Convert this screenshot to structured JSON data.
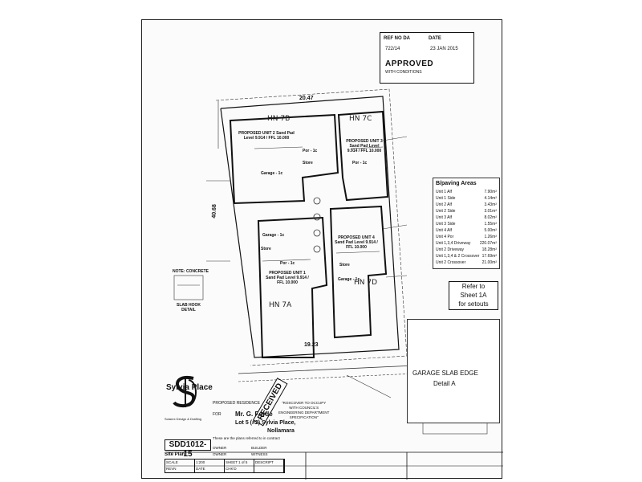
{
  "stamp": {
    "ref_label": "REF NO DA",
    "date_label": "DATE",
    "ref_no": "722/14",
    "date": "23 JAN 2015",
    "status": "APPROVED",
    "condition": "WITH CONDITIONS"
  },
  "plan": {
    "street_name": "Sylvia Place",
    "boundary_top": "20.47",
    "boundary_side": "40.68",
    "boundary_bottom": "19.23",
    "unit_a": "PROPOSED UNIT 1 Sand Pad Level 9.914 / FFL 10.000",
    "unit_b": "PROPOSED UNIT 2 Sand Pad Level 9.914 / FFL 10.000",
    "unit_c": "PROPOSED UNIT 3 Sand Pad Level 9.914 / FFL 10.000",
    "unit_d": "PROPOSED UNIT 4 Sand Pad Level 9.914 / FFL 10.000",
    "handwritten": [
      "HN 7B",
      "HN 7C",
      "HN 7A",
      "HN 7D"
    ],
    "garage_labels": [
      "Garage - 1c",
      "Garage - 1c",
      "Garage - 1c"
    ],
    "porch_labels": [
      "Por - 1c",
      "Por - 1c",
      "Por - 1c"
    ],
    "store_labels": [
      "Store",
      "Store",
      "Store"
    ],
    "note_concrete": "NOTE: CONCRETE",
    "slab_detail": "SLAB HOOK DETAIL"
  },
  "legend": {
    "title": "B/paving Areas",
    "rows": [
      {
        "label": "Unit 1 Alf",
        "value": "7.90m²"
      },
      {
        "label": "Unit 1 Side",
        "value": "4.14m²"
      },
      {
        "label": "Unit 2 Alf",
        "value": "3.43m²"
      },
      {
        "label": "Unit 2 Side",
        "value": "3.01m²"
      },
      {
        "label": "Unit 3 Alf",
        "value": "8.02m²"
      },
      {
        "label": "Unit 3 Side",
        "value": "1.55m²"
      },
      {
        "label": "Unit 4 Alf",
        "value": "5.00m²"
      },
      {
        "label": "Unit 4 Por",
        "value": "1.26m²"
      },
      {
        "label": "Unit 1,3,4 Driveway",
        "value": "220.07m²"
      },
      {
        "label": "Unit 2 Driveway",
        "value": "18.28m²"
      },
      {
        "label": "Unit 1,3,4 & 2 Crossover",
        "value": "17.69m²"
      },
      {
        "label": "Unit 2 Crossover",
        "value": "21.00m²"
      }
    ]
  },
  "refer": {
    "line1": "Refer to",
    "line2": "Sheet 1A",
    "line3": "for setouts"
  },
  "garage_detail": {
    "title": "GARAGE SLAB EDGE",
    "subtitle": "Detail A"
  },
  "received": "RECEIVED",
  "titleblock": {
    "company": "Solarex Design & Drafting",
    "dwg_no": "SDD1012-15",
    "dwg_title": "Site Plan",
    "project_label": "PROPOSED RESIDENCE",
    "for_label": "FOR",
    "client": "Mr. G. Forde",
    "lot": "Lot 5 (#2) Sylvia Place,",
    "suburb": "Nollamara",
    "note": "These are the plans referred to in contract",
    "owner_label": "OWNER",
    "builder_label": "BUILDER",
    "owner2_label": "OWNER",
    "witness_label": "WITNESS",
    "scale_head": [
      "SCALE",
      "1:200",
      "SHEET 1 of 5",
      "DESCRIPT"
    ],
    "scale_sub": [
      "REVN",
      "DATE",
      "CHK'D",
      ""
    ]
  },
  "council_stamp": {
    "line1": "\"ROSCOVER TO OCCUPY",
    "line2": "WITH COUNCIL'S",
    "line3": "ENGINEERING DEPARTMENT",
    "line4": "SPECIFICATION\""
  },
  "colors": {
    "ink": "#111111",
    "paper": "#fbfbfb"
  }
}
